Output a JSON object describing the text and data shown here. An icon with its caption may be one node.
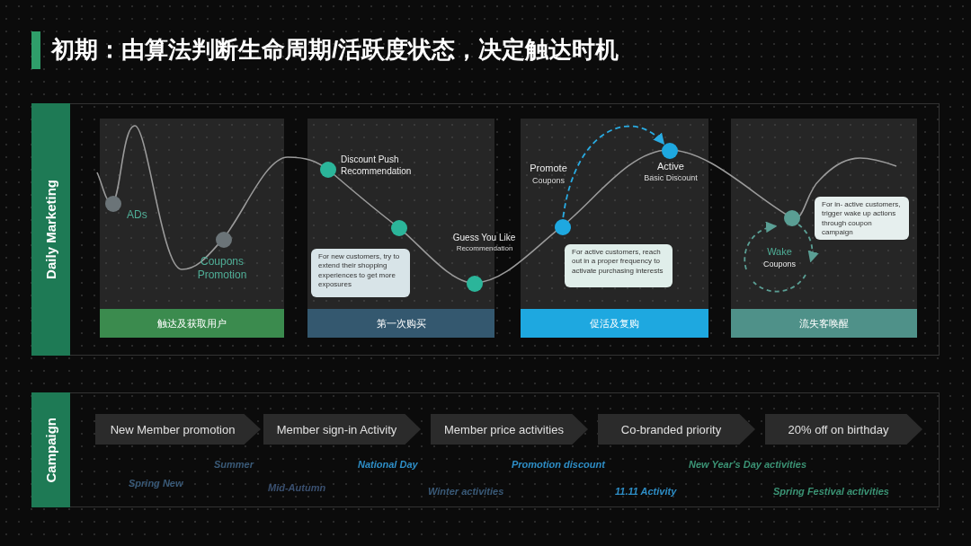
{
  "diagram": {
    "title": "初期：由算法判断生命周期/活跃度状态，决定触达时机",
    "nodes": [
      {
        "text": [
          "Daily Marketing"
        ]
      },
      {
        "text": [
          "触达及获取用户"
        ],
        "in": 0
      },
      {
        "text": [
          "第一次购买"
        ],
        "in": 0
      },
      {
        "text": [
          "促活及复购"
        ],
        "in": 0
      },
      {
        "text": [
          "流失客唤醒"
        ],
        "in": 0
      },
      {
        "text": [],
        "shape": "circle",
        "in": 1,
        "beside": [
          "ADs"
        ]
      },
      {
        "text": [],
        "shape": "circle",
        "in": 1,
        "beside": [
          "Coupons Promotion"
        ]
      },
      {
        "text": [],
        "shape": "circle",
        "in": 2,
        "beside": [
          "Discount Push Recommendation"
        ]
      },
      {
        "text": [],
        "shape": "circle",
        "in": 2
      },
      {
        "text": [
          "For new customers, try to extend their shopping experiences to get more exposures"
        ],
        "in": 2
      },
      {
        "text": [],
        "shape": "circle",
        "in": 2,
        "beside": [
          "Guess You Like",
          "Recommendation"
        ]
      },
      {
        "text": [],
        "shape": "circle",
        "in": 3,
        "beside": [
          "Promote",
          "Coupons"
        ]
      },
      {
        "text": [
          "For active customers, reach out in a proper frequency to activate purchasing interests"
        ],
        "in": 3
      },
      {
        "text": [],
        "shape": "circle",
        "in": 3,
        "beside": [
          "Active",
          "Basic Discount"
        ]
      },
      {
        "text": [],
        "shape": "circle",
        "in": 4,
        "beside": [
          "Wake",
          "Coupons"
        ]
      },
      {
        "text": [
          "For in- active customers, trigger wake up actions through coupon campaign"
        ],
        "in": 4
      },
      {
        "text": [
          "Campaign"
        ]
      },
      {
        "text": [
          "New Member promotion"
        ],
        "in": 16
      },
      {
        "text": [
          "Member sign-in Activity"
        ],
        "in": 16
      },
      {
        "text": [
          "Member price activities"
        ],
        "in": 16
      },
      {
        "text": [
          "Co-branded priority"
        ],
        "in": 16
      },
      {
        "text": [
          "20% off on birthday"
        ],
        "in": 16
      }
    ],
    "edges": [
      {
        "from": 11,
        "to": 13,
        "arrow": "to",
        "style": "dashed",
        "color": "#29abe2"
      }
    ],
    "labels": [
      "Summer",
      "National Day",
      "Promotion discount",
      "New Year's Day activities",
      "Spring New",
      "Mid-Autumn",
      "Winter activities",
      "11.11 Activity",
      "Spring Festival activities"
    ]
  }
}
